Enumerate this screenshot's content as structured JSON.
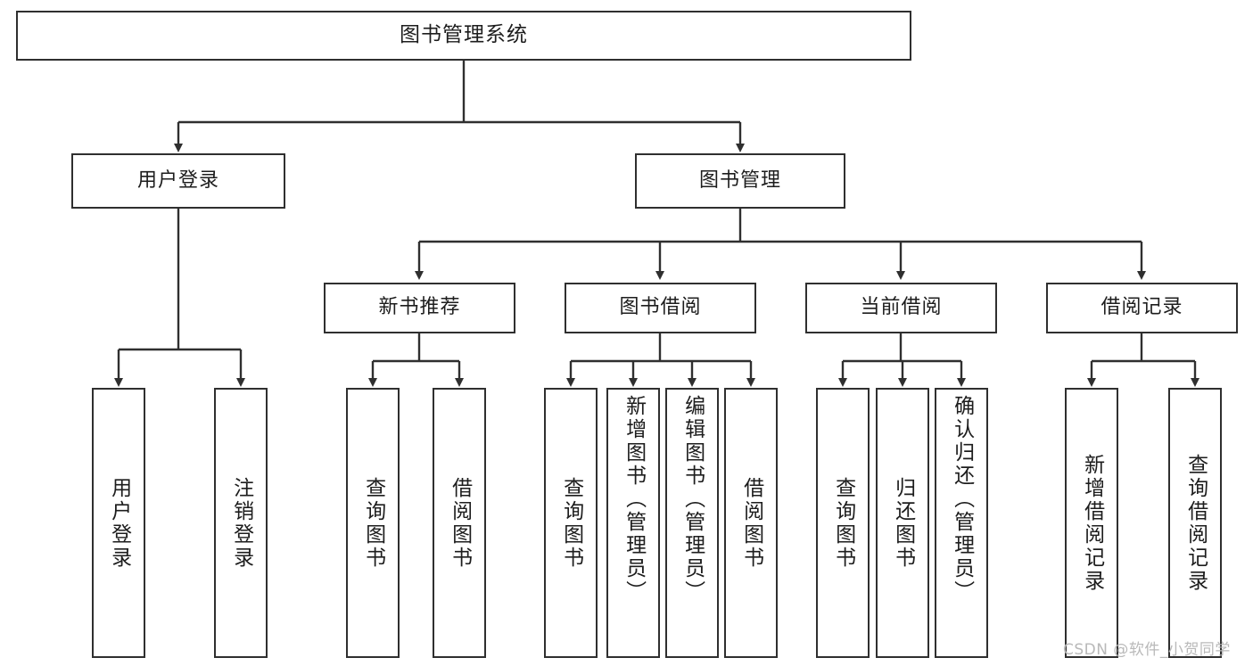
{
  "diagram": {
    "type": "hierarchy-tree",
    "root": {
      "label": "图书管理系统"
    },
    "level1": [
      {
        "label": "用户登录"
      },
      {
        "label": "图书管理"
      }
    ],
    "level2": [
      {
        "label": "新书推荐"
      },
      {
        "label": "图书借阅"
      },
      {
        "label": "当前借阅"
      },
      {
        "label": "借阅记录"
      }
    ],
    "leaves": [
      {
        "label": "用户登录"
      },
      {
        "label": "注销登录"
      },
      {
        "label": "查询图书"
      },
      {
        "label": "借阅图书"
      },
      {
        "label": "查询图书"
      },
      {
        "label": "新增图书（管理员）"
      },
      {
        "label": "编辑图书（管理员）"
      },
      {
        "label": "借阅图书"
      },
      {
        "label": "查询图书"
      },
      {
        "label": "归还图书"
      },
      {
        "label": "确认归还（管理员）"
      },
      {
        "label": "新增借阅记录"
      },
      {
        "label": "查询借阅记录"
      }
    ]
  },
  "watermark": {
    "text": "CSDN @软件_小贺同学"
  },
  "colors": {
    "background": "#ffffff",
    "box_border": "#2f2f2f",
    "text": "#1d1d1d",
    "connector": "#2f2f2f",
    "watermark": "#b9b9b9"
  }
}
